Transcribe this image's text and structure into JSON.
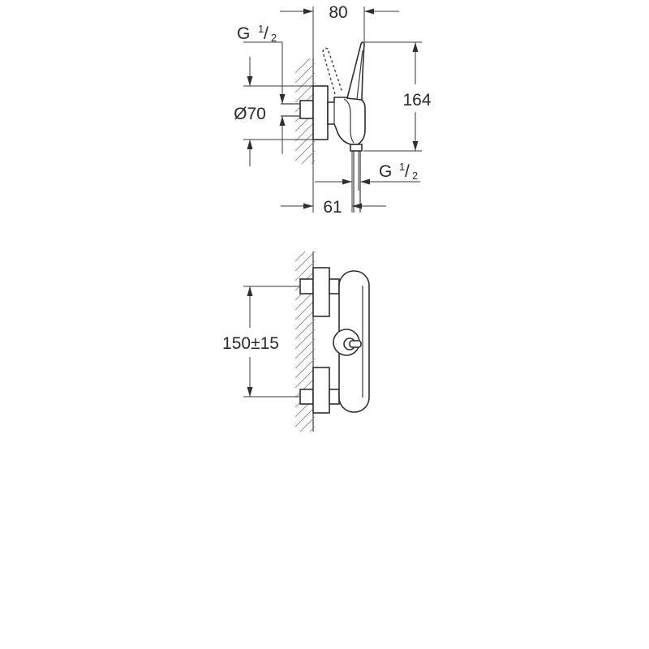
{
  "side_view": {
    "width_dim": "80",
    "height_dim": "164",
    "rosette_dim": "Ø70",
    "depth_dim": "61",
    "inlet_thread": {
      "letter": "G",
      "num": "1",
      "den": "2"
    },
    "outlet_thread": {
      "letter": "G",
      "num": "1",
      "den": "2"
    }
  },
  "front_view": {
    "centres_dim": "150±15"
  },
  "colors": {
    "line": "#3a3a3a",
    "hatch": "#8a8a8a",
    "background": "#ffffff"
  }
}
